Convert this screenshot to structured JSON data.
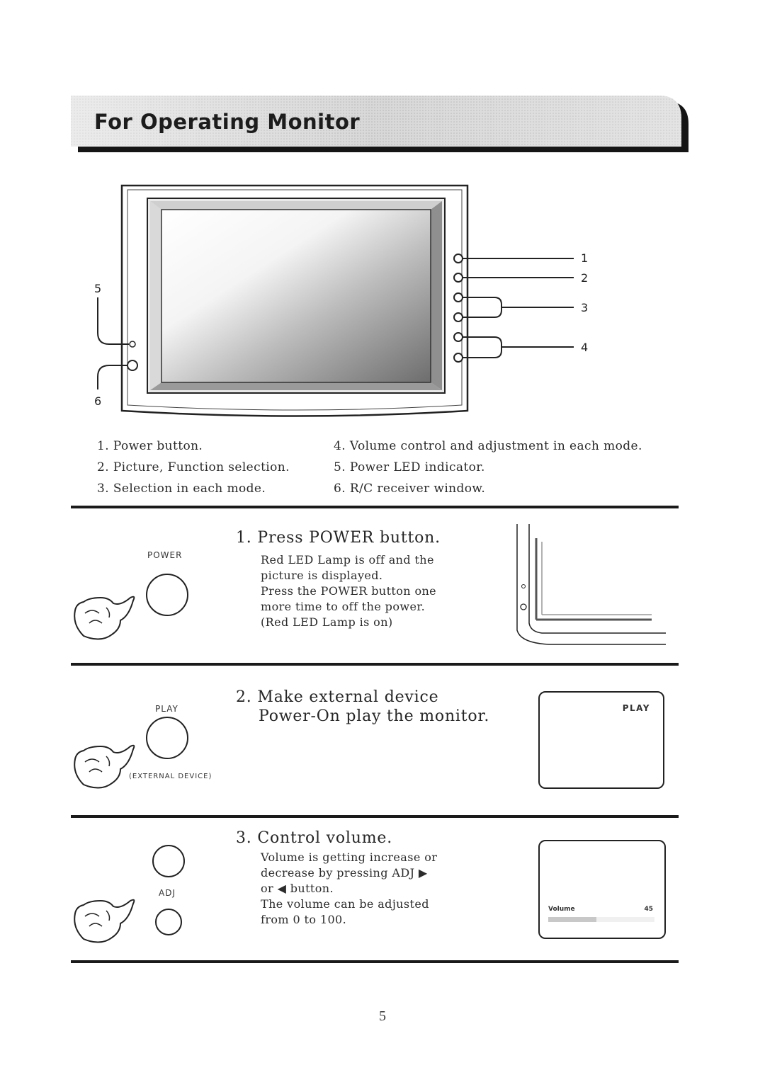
{
  "header": {
    "title": "For Operating Monitor"
  },
  "diagram": {
    "callouts": [
      "1",
      "2",
      "3",
      "4",
      "5",
      "6"
    ]
  },
  "legend": {
    "left": [
      "1. Power button.",
      "2. Picture, Function selection.",
      "3. Selection in each mode."
    ],
    "right": [
      "4. Volume control and adjustment in each mode.",
      "5. Power LED indicator.",
      "6. R/C receiver window."
    ]
  },
  "steps": [
    {
      "title": "1. Press POWER button.",
      "button_label": "POWER",
      "body": [
        "Red LED Lamp is off and the",
        "picture is displayed.",
        "Press the POWER button one",
        "more time to off the power.",
        "(Red LED Lamp is on)"
      ]
    },
    {
      "title_lines": [
        "2. Make external device",
        "Power-On play the monitor."
      ],
      "button_label": "PLAY",
      "button_caption": "(EXTERNAL DEVICE)",
      "screen_label": "PLAY"
    },
    {
      "title": "3. Control volume.",
      "button_label": "ADJ",
      "body": [
        "Volume is getting increase or",
        "decrease by pressing ADJ ▶",
        "or ◀ button.",
        "The volume can be adjusted",
        "from 0 to 100."
      ],
      "screen": {
        "label": "Volume",
        "value": "45"
      }
    }
  ],
  "volume_level": 45,
  "page_number": "5"
}
